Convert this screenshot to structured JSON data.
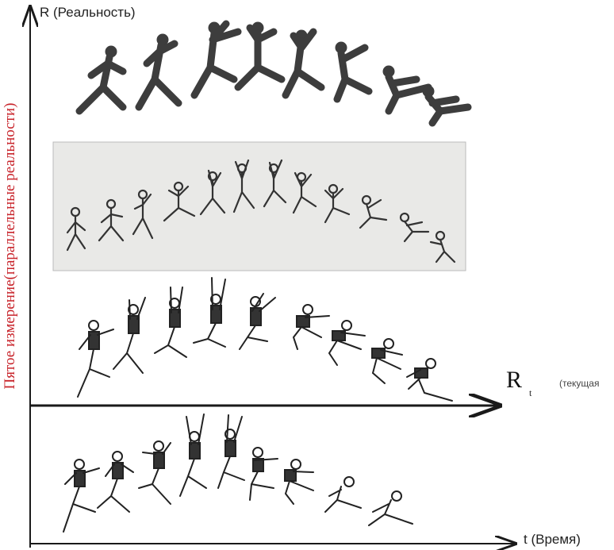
{
  "labels": {
    "r_axis": "R (Реальность)",
    "rt_main": "R",
    "rt_sub": "t",
    "rt_note": "(текущая",
    "t_axis": "t (Время)",
    "vertical": "Пятое измерение(параллельные реальности)"
  },
  "colors": {
    "axis": "#1a1a1a",
    "vertical_label": "#c8242b",
    "silhouette": "#3a3a3a",
    "print_bg": "#e9e9e7"
  },
  "panels": [
    {
      "id": "photo-silhouettes",
      "frames": 8
    },
    {
      "id": "engraving-sequence",
      "frames": 12
    },
    {
      "id": "line-drawing-sequence",
      "frames": 10
    },
    {
      "id": "line-drawing-sequence-2",
      "frames": 10
    }
  ]
}
